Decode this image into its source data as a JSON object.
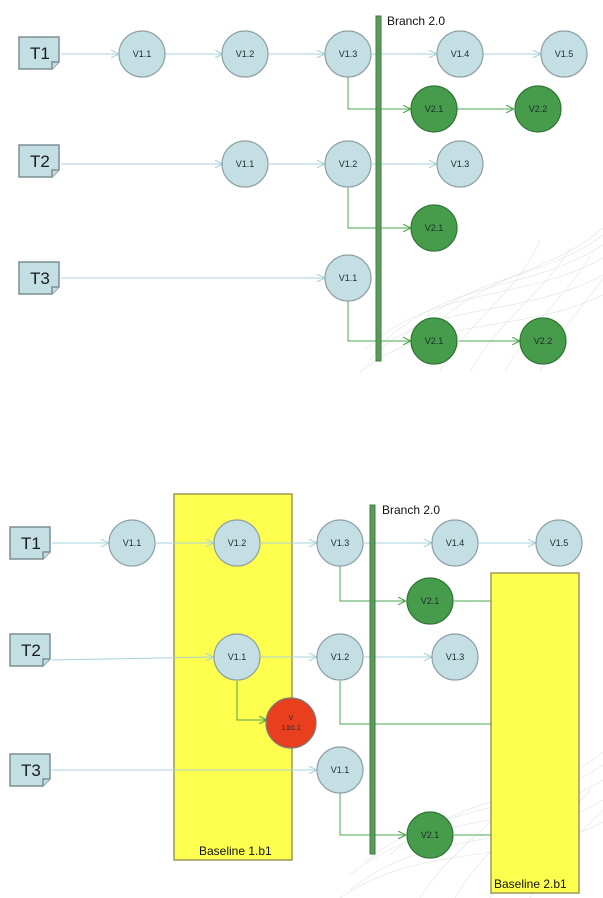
{
  "top_diagram": {
    "branch_label": "Branch 2.0",
    "tracks": [
      {
        "label": "T1",
        "versions": [
          "V1.1",
          "V1.2",
          "V1.3",
          "V1.4",
          "V1.5"
        ],
        "branch_versions": [
          "V2.1",
          "V2.2"
        ]
      },
      {
        "label": "T2",
        "versions": [
          "V1.1",
          "V1.2",
          "V1.3"
        ],
        "branch_versions": [
          "V2.1"
        ]
      },
      {
        "label": "T3",
        "versions": [
          "V1.1"
        ],
        "branch_versions": [
          "V2.1",
          "V2.2"
        ]
      }
    ]
  },
  "bottom_diagram": {
    "branch_label": "Branch 2.0",
    "baseline_left_label": "Baseline 1.b1",
    "baseline_right_label": "Baseline 2.b1",
    "tracks": [
      {
        "label": "T1",
        "versions": [
          "V1.1",
          "V1.2",
          "V1.3",
          "V1.4",
          "V1.5"
        ],
        "branch_versions": [
          "V2.1"
        ]
      },
      {
        "label": "T2",
        "versions": [
          "V1.1",
          "V1.2",
          "V1.3"
        ],
        "side_version": {
          "line1": "V",
          "line2": "1.b1.1"
        }
      },
      {
        "label": "T3",
        "versions": [
          "V1.1"
        ],
        "branch_versions": [
          "V2.1"
        ]
      }
    ]
  },
  "colors": {
    "version_fill": "#c3dfe3",
    "branch_fill": "#479c4b",
    "side_branch_fill": "#ea3f1f",
    "baseline_fill": "#fefe4f",
    "arrow_blue": "#a9d3dc",
    "arrow_green": "#4ea74f"
  }
}
